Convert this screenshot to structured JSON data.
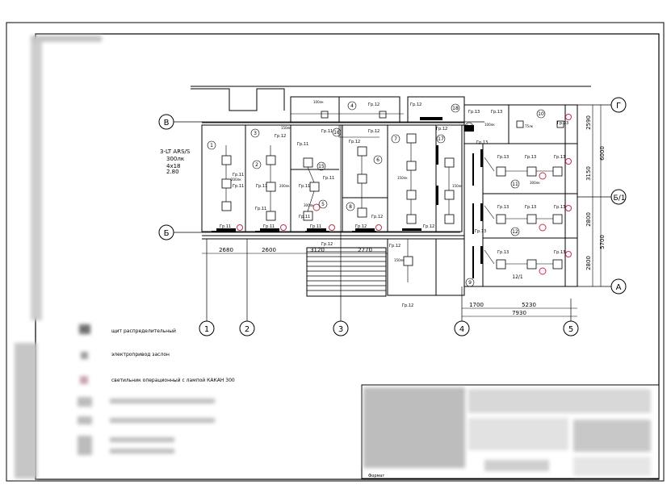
{
  "sheet": {
    "axes_letters": [
      "Г",
      "В",
      "Б/1",
      "Б",
      "А"
    ],
    "axes_numbers": [
      "1",
      "2",
      "3",
      "4",
      "5"
    ],
    "dimensions_bottom": [
      "2680",
      "2600",
      "3120",
      "2770",
      "1700",
      "5230",
      "7930"
    ],
    "dimensions_right": [
      "2590",
      "3150",
      "6000",
      "2800",
      "2800",
      "5700"
    ],
    "panel_label": [
      "3-LT ARS/S",
      "300лк",
      "4x18",
      "2.80"
    ],
    "rooms": [
      "1",
      "2",
      "3",
      "4",
      "5",
      "6",
      "7",
      "8",
      "9",
      "10",
      "11",
      "12",
      "12/1",
      "14",
      "15",
      "16",
      "17",
      "18"
    ],
    "group_labels": [
      "Гр.11",
      "Гр.12",
      "Гр.13"
    ],
    "fixture_tags": [
      "200лк",
      "300лк",
      "150лк",
      "100лк",
      "75лк"
    ]
  },
  "legend": {
    "items": [
      {
        "text": "щит распределительный",
        "icon": "distribution-board-icon"
      },
      {
        "text": "электропривод заслон",
        "icon": "actuator-icon"
      },
      {
        "text": "светильник операционный с лампой КАКАН 300",
        "icon": "surgical-lamp-icon"
      }
    ]
  },
  "title_block": {
    "stamp_text": "Формат"
  },
  "colors": {
    "line": "#000000",
    "accent": "#c0304a",
    "blur": "#b8b8b8"
  }
}
